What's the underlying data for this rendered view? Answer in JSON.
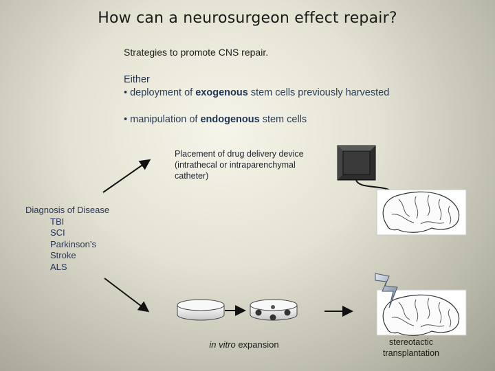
{
  "title": "How can a neurosurgeon effect repair?",
  "strategies_heading": "Strategies to promote CNS repair.",
  "either_label": "Either",
  "option1": {
    "bullet": "•",
    "pre": "deployment of",
    "keyword": "exogenous",
    "post": "stem cells previously harvested"
  },
  "option2": {
    "bullet": "•",
    "pre": "manipulation of",
    "keyword": "endogenous",
    "post": "stem cells"
  },
  "device_caption": [
    "Placement of drug delivery device",
    "(intrathecal or intraparenchymal",
    "catheter)"
  ],
  "diagnosis": {
    "heading": "Diagnosis of Disease",
    "items": [
      "TBI",
      "SCI",
      "Parkinson’s",
      "Stroke",
      "ALS"
    ]
  },
  "expansion_caption": {
    "italic": "in vitro",
    "rest": "expansion"
  },
  "transplant_caption": [
    "stereotactic",
    "transplantation"
  ]
}
